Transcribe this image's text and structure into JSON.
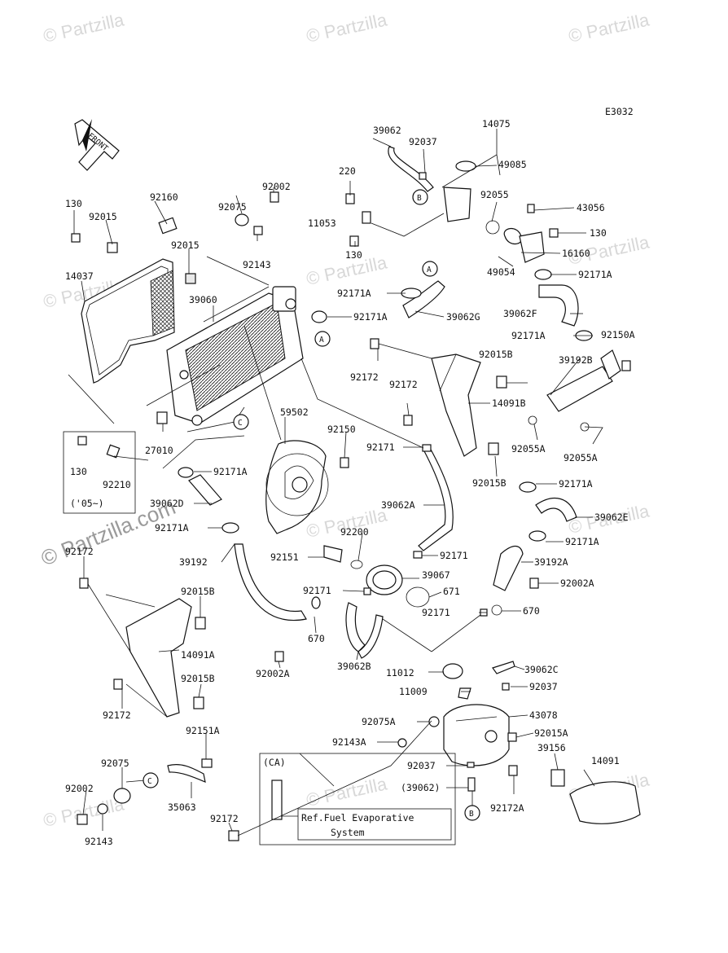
{
  "diagram_code": "E3032",
  "front_label": "FRONT",
  "watermark": "© Partzilla",
  "watermark_large": "© Partzilla.com",
  "part_labels": [
    "39062",
    "92037",
    "14075",
    "49085",
    "220",
    "92055",
    "43056",
    "11053",
    "130",
    "16160",
    "49054",
    "92171A",
    "130",
    "92171A",
    "92171A",
    "39062G",
    "39062F",
    "92171A",
    "92150A",
    "92015B",
    "39192B",
    "92172",
    "92172",
    "14091B",
    "92055A",
    "92055A",
    "92015B",
    "130",
    "92015",
    "92160",
    "92075",
    "92002",
    "14037",
    "92015",
    "92143",
    "39060",
    "59502",
    "92150",
    "27010",
    "130",
    "92210",
    "('05~)",
    "92171A",
    "39062D",
    "92171A",
    "92171",
    "39062A",
    "92171A",
    "39062E",
    "92200",
    "92151",
    "92171",
    "92171A",
    "39192A",
    "92002A",
    "39067",
    "671",
    "92171",
    "92171",
    "670",
    "92172",
    "39192",
    "92015B",
    "670",
    "14091A",
    "92002A",
    "39062B",
    "11012",
    "39062C",
    "11009",
    "92037",
    "92015B",
    "43078",
    "92172",
    "92075A",
    "92015A",
    "92143A",
    "92151A",
    "39156",
    "92037",
    "14091",
    "92075",
    "(39062)",
    "92172A",
    "92002",
    "35063",
    "92143",
    "92172"
  ],
  "callouts": [
    "A",
    "B",
    "A",
    "C",
    "C",
    "B"
  ],
  "inset_ca": {
    "tag": "(CA)",
    "ref_line1": "Ref.Fuel Evaporative",
    "ref_line2": "System"
  }
}
